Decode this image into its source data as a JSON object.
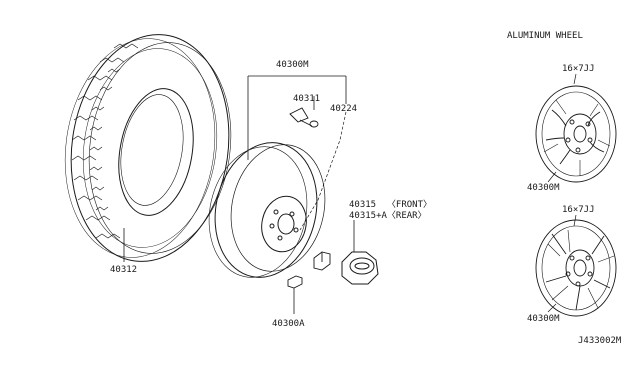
{
  "diagram": {
    "section_title": "ALUMINUM WHEEL",
    "labels": {
      "tire": "40312",
      "wheel_assembly": "40300M",
      "valve": "40311",
      "nut": "40224",
      "cap_front": "40315  〈FRONT〉",
      "cap_rear": "40315+A〈REAR〉",
      "weight": "40300A",
      "alu_wheel_top": "40300M",
      "alu_wheel_bottom": "40300M",
      "size_top": "16×7JJ",
      "size_bottom": "16×7JJ"
    },
    "drawing_code": "J433002M"
  }
}
